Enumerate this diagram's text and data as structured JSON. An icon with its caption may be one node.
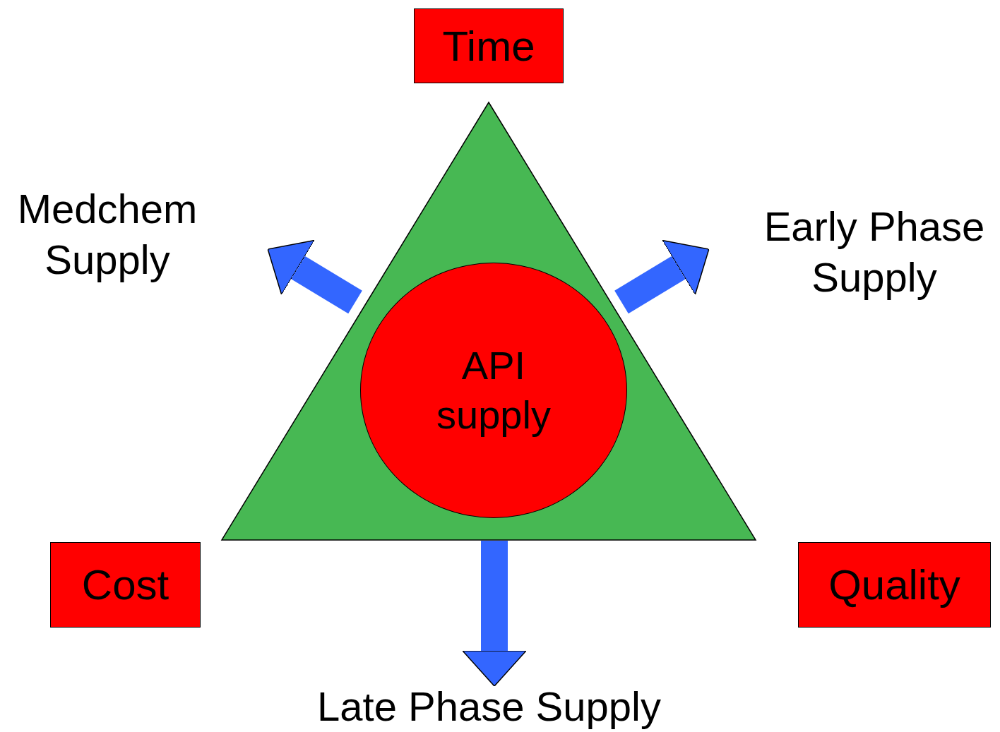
{
  "diagram": {
    "nodes": [
      {
        "text": [
          "Time"
        ]
      },
      {
        "text": [],
        "shape": "triangle"
      },
      {
        "text": [
          "API supply"
        ],
        "in": 1
      },
      {
        "text": [
          "Medchem Supply"
        ]
      },
      {
        "text": [
          "Early Phase Supply"
        ]
      },
      {
        "text": [
          "Cost"
        ]
      },
      {
        "text": [
          "Late Phase Supply"
        ]
      },
      {
        "text": [
          "Quality"
        ]
      }
    ],
    "edges": [
      {
        "from": 1,
        "to": 3,
        "arrow": "to"
      },
      {
        "from": 1,
        "to": 4,
        "arrow": "to"
      },
      {
        "from": 1,
        "to": 6,
        "arrow": "to"
      }
    ]
  }
}
